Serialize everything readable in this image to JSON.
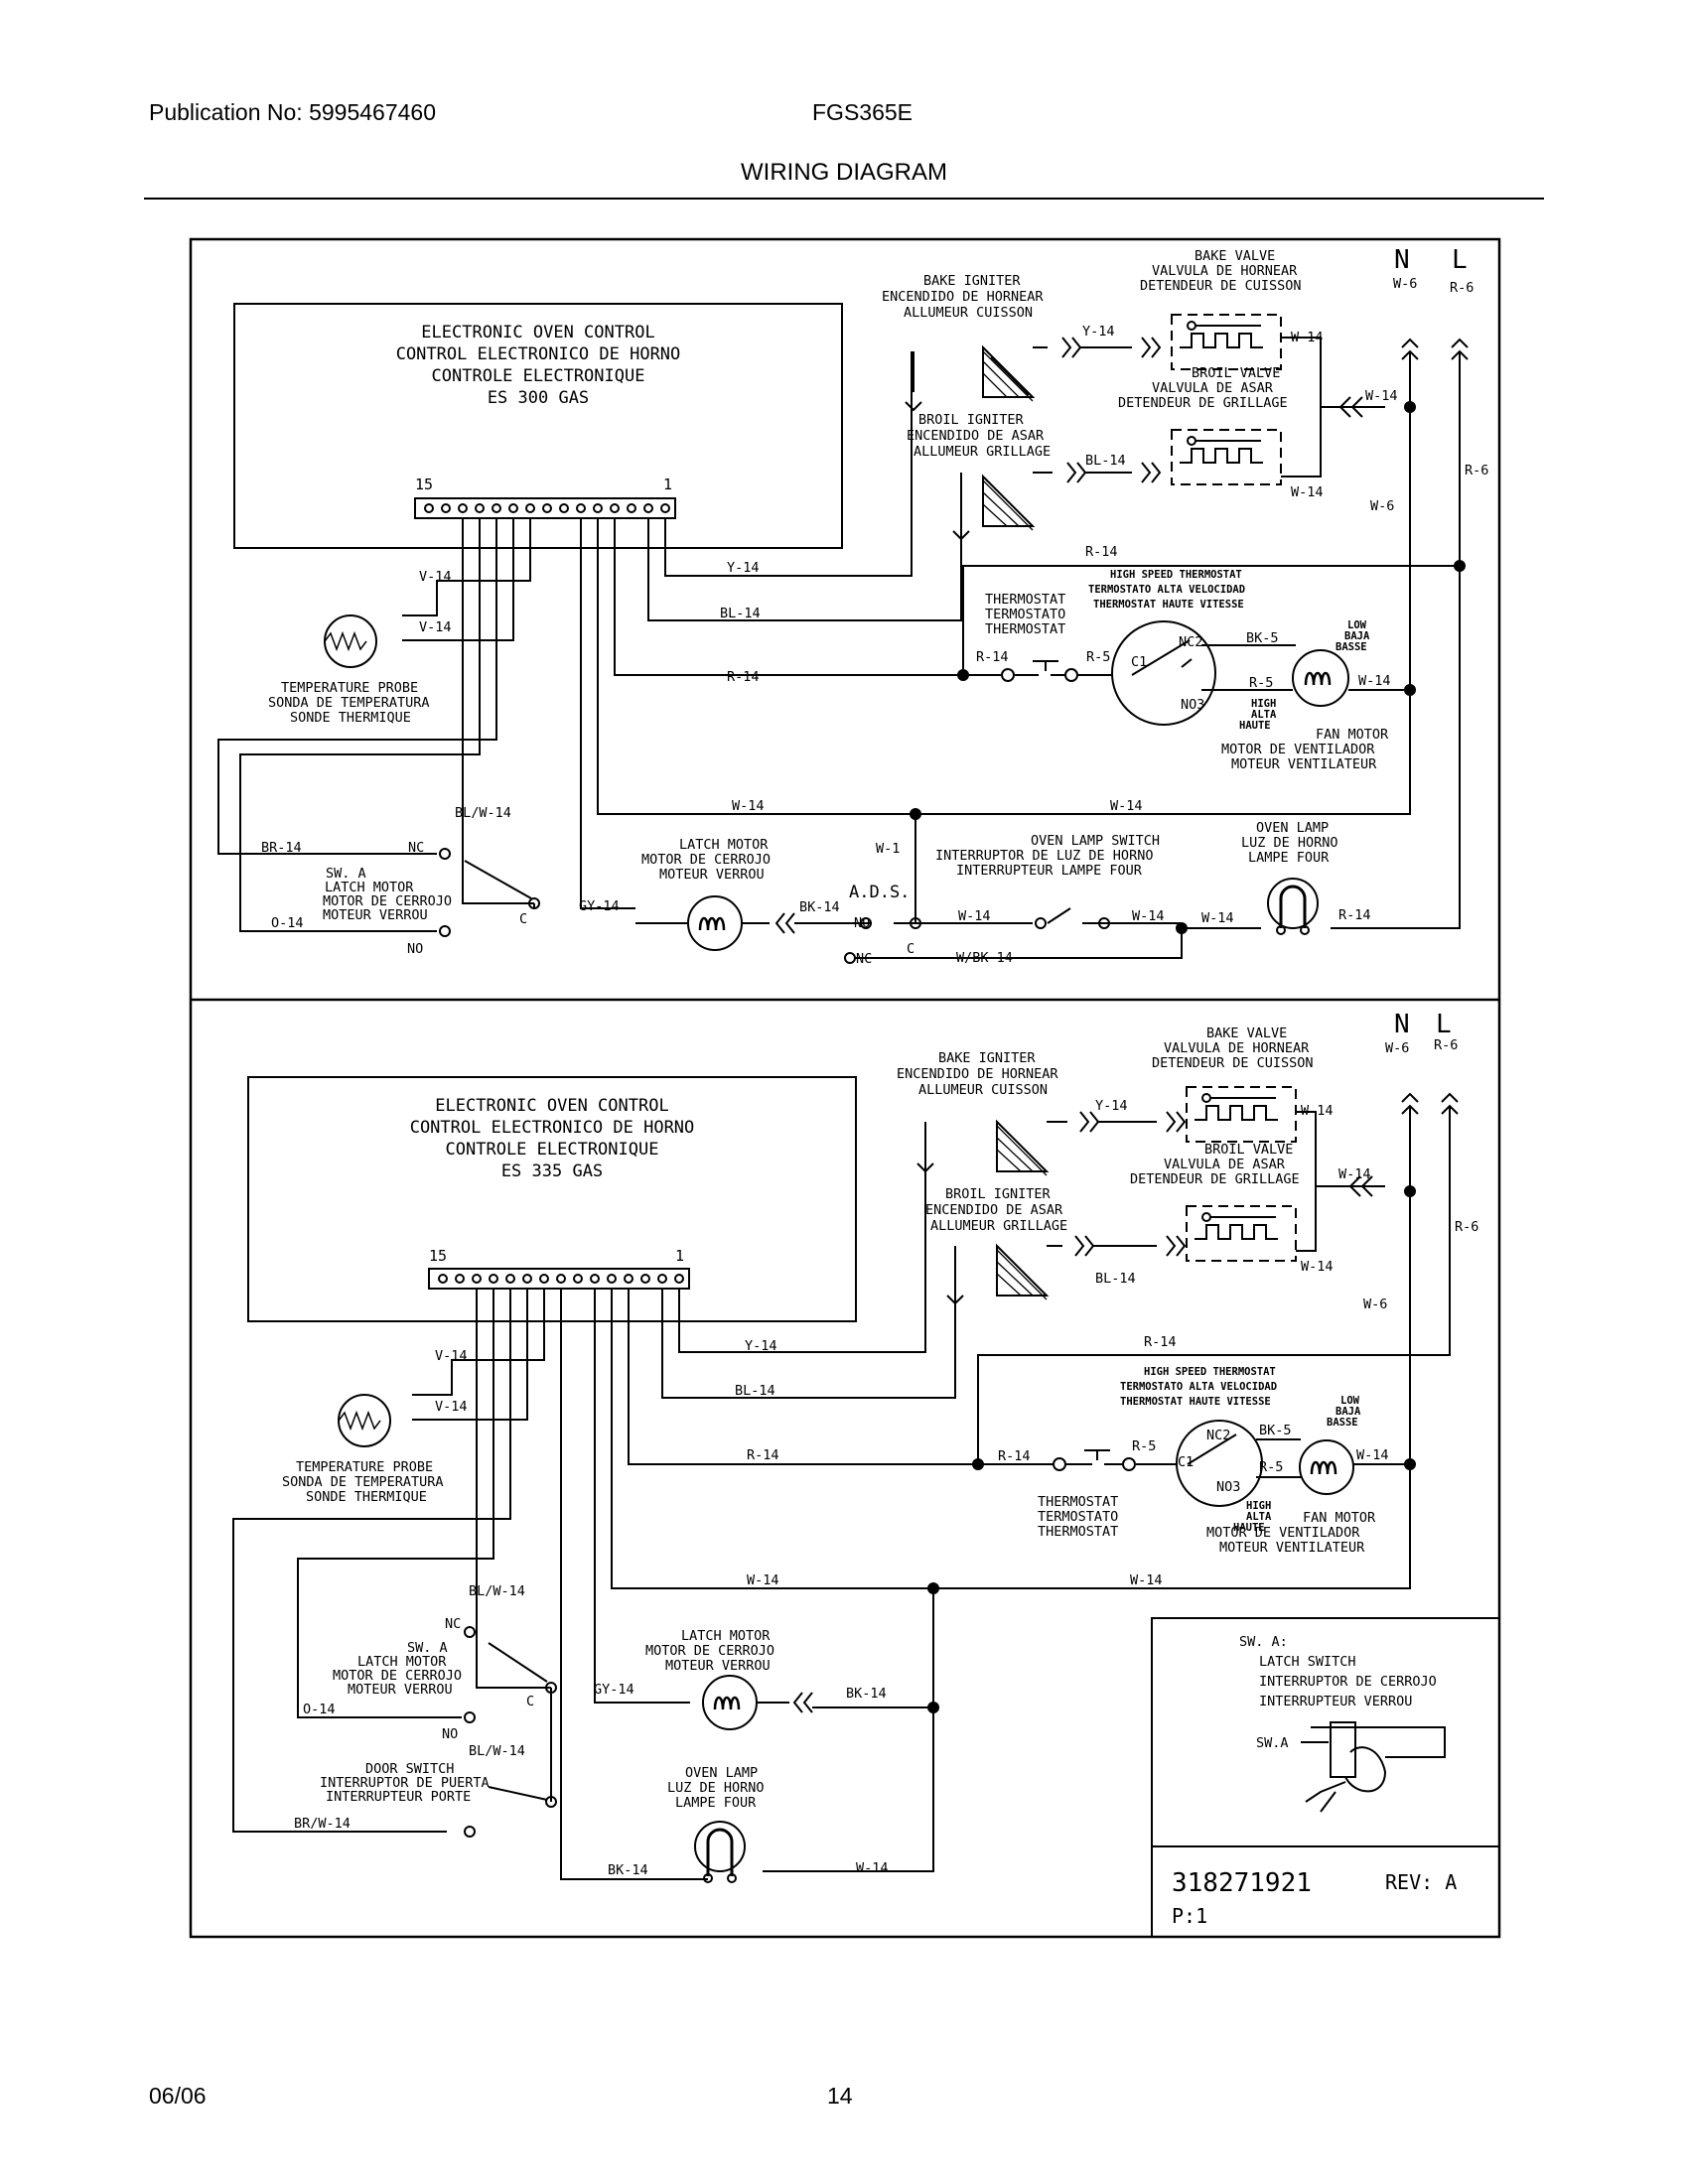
{
  "header": {
    "publication": "Publication No: 5995467460",
    "model": "FGS365E",
    "title": "WIRING DIAGRAM"
  },
  "footer": {
    "date": "06/06",
    "page": "14"
  },
  "top": {
    "control": [
      "ELECTRONIC OVEN CONTROL",
      "CONTROL ELECTRONICO DE HORNO",
      "CONTROLE ELECTRONIQUE",
      "ES 300 GAS"
    ],
    "pin_left": "15",
    "pin_right": "1",
    "bake_igniter": [
      "BAKE IGNITER",
      "ENCENDIDO DE HORNEAR",
      "ALLUMEUR CUISSON"
    ],
    "bake_valve": [
      "BAKE VALVE",
      "VALVULA DE HORNEAR",
      "DETENDEUR DE CUISSON"
    ],
    "broil_valve": [
      "BROIL VALVE",
      "VALVULA DE ASAR",
      "DETENDEUR DE GRILLAGE"
    ],
    "broil_igniter": [
      "BROIL IGNITER",
      "ENCENDIDO DE ASAR",
      "ALLUMEUR GRILLAGE"
    ],
    "n": "N",
    "l": "L",
    "thermostat": [
      "THERMOSTAT",
      "TERMOSTATO",
      "THERMOSTAT"
    ],
    "hs_thermostat": [
      "HIGH SPEED THERMOSTAT",
      "TERMOSTATO ALTA VELOCIDAD",
      "THERMOSTAT HAUTE VITESSE"
    ],
    "low": [
      "LOW",
      "BAJA",
      "BASSE"
    ],
    "high": [
      "HIGH",
      "ALTA",
      "HAUTE"
    ],
    "fan_motor": [
      "FAN MOTOR",
      "MOTOR DE VENTILADOR",
      "MOTEUR VENTILATEUR"
    ],
    "temp_probe": [
      "TEMPERATURE PROBE",
      "SONDA DE TEMPERATURA",
      "SONDE THERMIQUE"
    ],
    "sw_a": [
      "SW. A",
      "LATCH MOTOR",
      "MOTOR DE CERROJO",
      "MOTEUR VERROU"
    ],
    "latch_motor": [
      "LATCH MOTOR",
      "MOTOR DE CERROJO",
      "MOTEUR VERROU"
    ],
    "lamp_switch": [
      "OVEN LAMP SWITCH",
      "INTERRUPTOR DE LUZ DE HORNO",
      "INTERRUPTEUR LAMPE FOUR"
    ],
    "oven_lamp": [
      "OVEN LAMP",
      "LUZ DE HORNO",
      "LAMPE FOUR"
    ],
    "ads": "A.D.S.",
    "wires": {
      "y14": "Y-14",
      "w14": "W-14",
      "w6": "W-6",
      "r6": "R-6",
      "bl14": "BL-14",
      "r14": "R-14",
      "r5": "R-5",
      "bk5": "BK-5",
      "v14": "V-14",
      "blw14": "BL/W-14",
      "br14": "BR-14",
      "o14": "O-14",
      "gy14": "GY-14",
      "bk14": "BK-14",
      "w1": "W-1",
      "wbk14": "W/BK-14"
    },
    "contacts": {
      "nc": "NC",
      "no": "NO",
      "c": "C",
      "nc2": "NC2",
      "no3": "NO3",
      "c1": "C1"
    }
  },
  "bottom": {
    "control": [
      "ELECTRONIC OVEN CONTROL",
      "CONTROL ELECTRONICO DE HORNO",
      "CONTROLE ELECTRONIQUE",
      "ES 335 GAS"
    ],
    "door_switch": [
      "DOOR SWITCH",
      "INTERRUPTOR DE PUERTA",
      "INTERRUPTEUR PORTE"
    ],
    "wires": {
      "brw14": "BR/W-14"
    },
    "legend": [
      "SW. A:",
      "LATCH SWITCH",
      "INTERRUPTOR DE CERROJO",
      "INTERRUPTEUR VERROU"
    ],
    "legend_swa": "SW.A",
    "part_number": "318271921",
    "rev": "REV: A",
    "p": "P:1"
  }
}
